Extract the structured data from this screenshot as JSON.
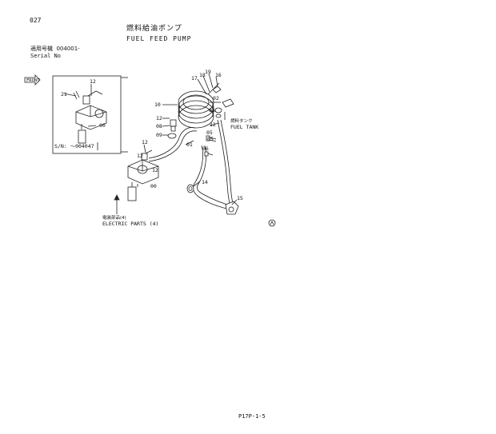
{
  "page_number": "027",
  "title_jp": "燃料給油ポンプ",
  "title_en": "FUEL FEED PUMP",
  "serial": {
    "label_jp": "適用号機",
    "value": "004001-",
    "label_en": "Serial No"
  },
  "front_label": "FRONT",
  "inset_serial": "S/N: ～004047",
  "callouts": {
    "c12_inset_top": "12",
    "c21": "21",
    "c00_inset": "00",
    "c17": "17",
    "c18": "18",
    "c19": "19",
    "c16": "16",
    "c10": "10",
    "c02": "02",
    "c12_mid": "12",
    "c03": "03",
    "c08": "08",
    "c12_right": "12",
    "c09": "09",
    "c01": "01",
    "c05a": "05",
    "c05b": "05",
    "c06": "06",
    "c12_pump_a": "12",
    "c12_pump_b": "12",
    "c12_pump_c": "12",
    "c00_main": "00",
    "c14": "14",
    "c15": "15"
  },
  "fuel_tank": {
    "jp": "燃料タンク",
    "en": "FUEL TANK"
  },
  "electric_parts": {
    "jp": "電装部品(4)",
    "en": "ELECTRIC PARTS (4)"
  },
  "footer": "P17P-1-5"
}
